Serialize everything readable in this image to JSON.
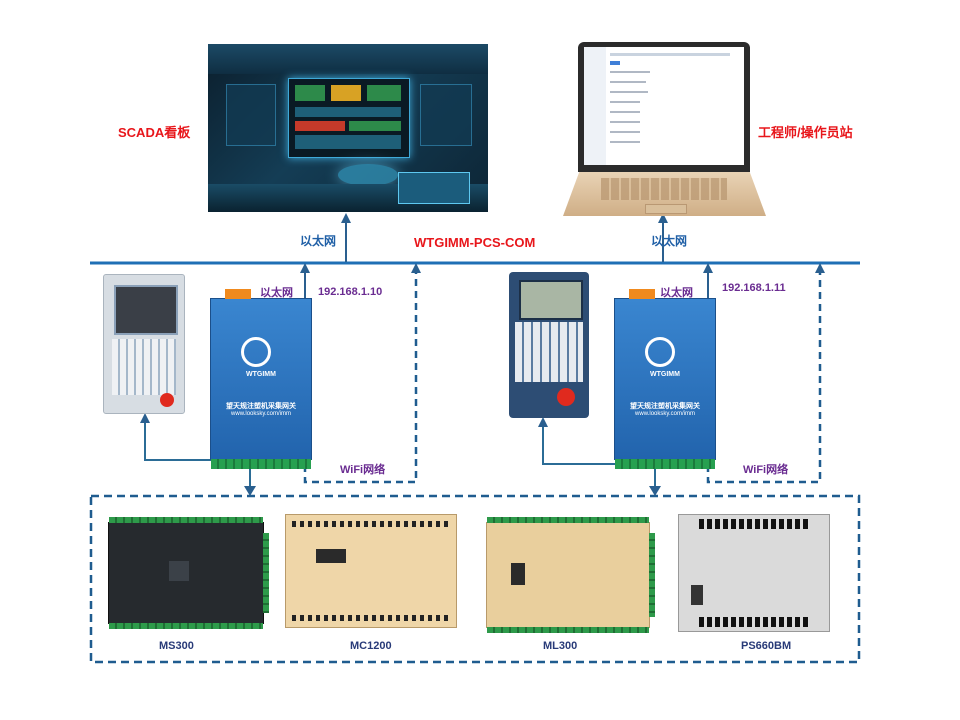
{
  "labels": {
    "scada": "SCADA看板",
    "engineer": "工程师/操作员站",
    "ethernet_left": "以太网",
    "ethernet_right": "以太网",
    "bus": "WTGIMM-PCS-COM",
    "gw1_eth": "以太网",
    "gw1_ip": "192.168.1.10",
    "gw1_wifi": "WiFi网络",
    "gw2_eth": "以太网",
    "gw2_ip": "192.168.1.11",
    "gw2_wifi": "WiFi网络"
  },
  "gateway": {
    "brand": "WTGIMM",
    "title": "望天规注塑机采集网关",
    "url": "www.looksky.com/imm"
  },
  "controllers": [
    "MS300",
    "MC1200",
    "ML300",
    "PS660BM"
  ],
  "colors": {
    "bus": "#1f6fb5",
    "wire": "#2b6c96",
    "dash": "#1f5c8f",
    "label_red": "#e8161b",
    "label_blue": "#1f5fa6",
    "label_purple": "#6a2c91"
  }
}
